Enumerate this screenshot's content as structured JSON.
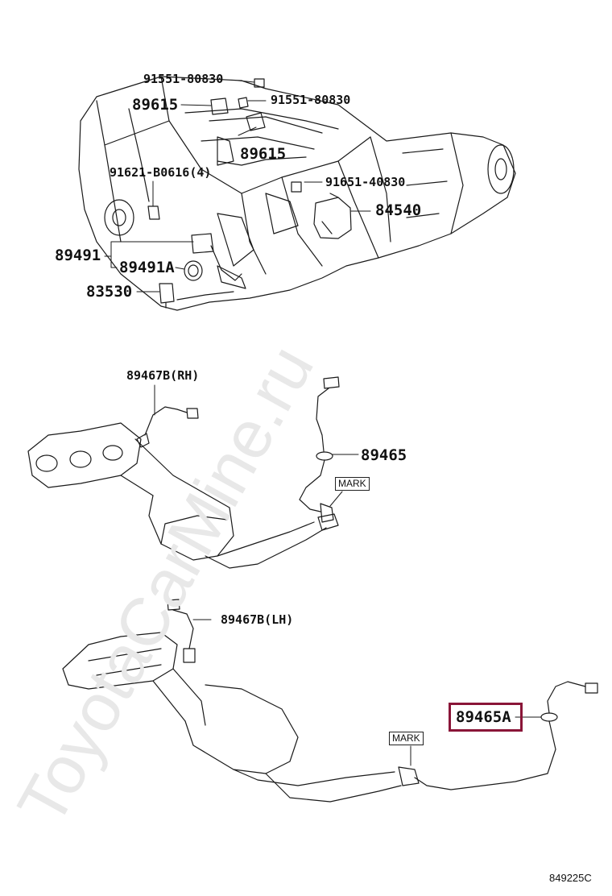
{
  "labels": {
    "p91551_a": "91551-80830",
    "p89615_a": "89615",
    "p91551_b": "91551-80830",
    "p89615_b": "89615",
    "p91621": "91621-B0616(4)",
    "p91651": "91651-40830",
    "p84540": "84540",
    "p89491": "89491",
    "p89491a": "89491A",
    "p83530": "83530",
    "p89467b_rh": "89467B(RH)",
    "p89465": "89465",
    "mark_1": "MARK",
    "p89467b_lh": "89467B(LH)",
    "p89465a": "89465A",
    "mark_2": "MARK"
  },
  "figure_id": "849225C",
  "watermark": "ToyotaCarMine.ru",
  "colors": {
    "highlight": "#8a1538",
    "line": "#1a1a1a",
    "watermark": "#e8e8e8"
  }
}
